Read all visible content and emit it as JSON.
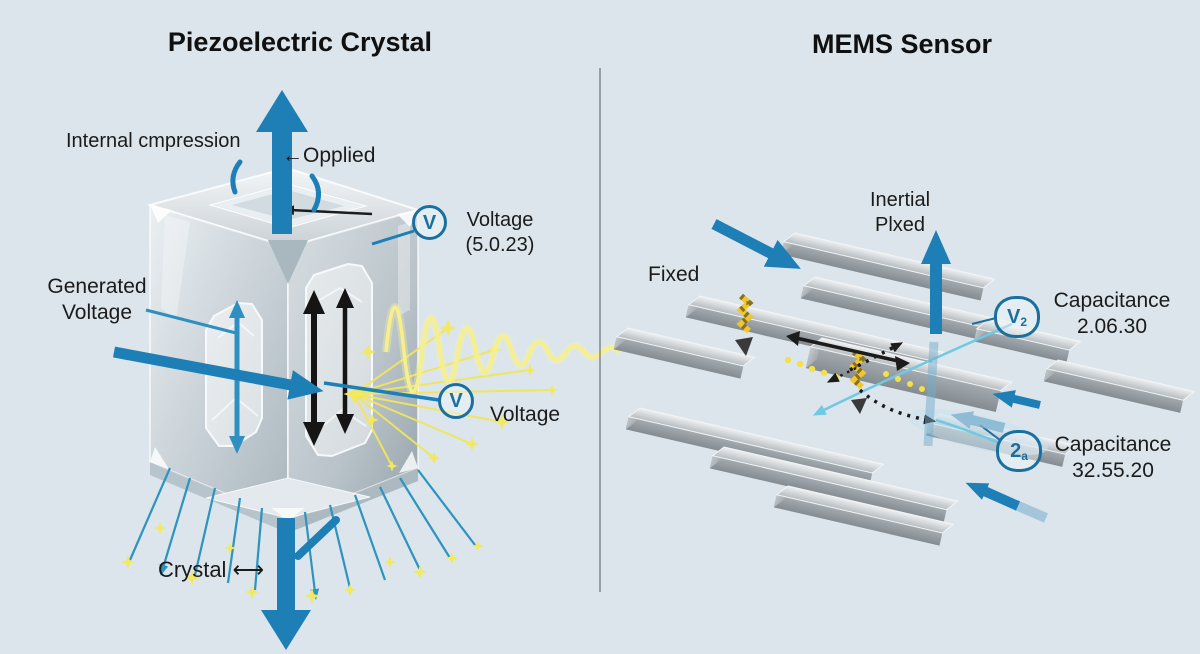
{
  "colors": {
    "bg": "#dbe5eb",
    "ink": "#1b1b1b",
    "blue": "#1d7fb5",
    "blue_light": "#7fb3d0",
    "teal_ray": "#2d93bf",
    "cyan_wire": "#6fc9e3",
    "badge": "#1b6f9e",
    "wave_yellow": "#f6ef8a",
    "spark_yellow": "#f1e65a",
    "spring_gold": "#f0c62e",
    "beam_gray": "#b6bcc0",
    "divider": "#70797e"
  },
  "piezo": {
    "title": "Piezoelectric Crystal",
    "internal_label": "Internal cmpression",
    "applied_label": "←Opplied",
    "generated_label": "Generated\nVoltage",
    "voltage_top_symbol": "V",
    "voltage_top_label": "Voltage\n(5.0.23)",
    "voltage_mid_symbol": "V",
    "voltage_mid_label": "Voltage",
    "crystal_label": "Crystal ⟷"
  },
  "mems": {
    "title": "MEMS Sensor",
    "inertial_label": "Inertial\nPlxed",
    "fixed_label": "Fixed",
    "cap_top_symbol": "V",
    "cap_top_sub": "2",
    "cap_top_label": "Capacitance\n2.06.30",
    "cap_bottom_symbol": "2",
    "cap_bottom_sub": "a",
    "cap_bottom_label": "Capacitance\n32.55.20"
  }
}
